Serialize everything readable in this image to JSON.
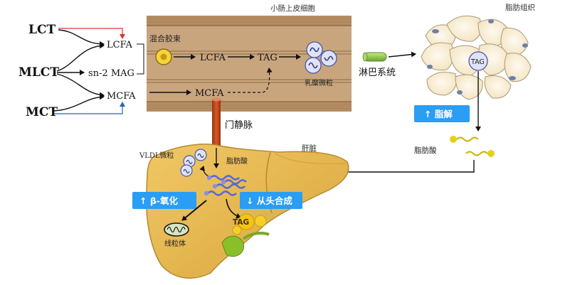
{
  "inputs": {
    "lct": "LCT",
    "mlct": "MLCT",
    "mct": "MCT"
  },
  "products": {
    "lcfa": "LCFA",
    "sn2mag": "sn-2 MAG",
    "mcfa": "MCFA"
  },
  "intestine": {
    "title": "小肠上皮细胞",
    "micelle": "混合胶束",
    "lcfa": "LCFA",
    "tag": "TAG",
    "chylomicron": "乳糜微粒",
    "mcfa": "MCFA"
  },
  "lymph": "淋巴系统",
  "adipose": {
    "title": "脂肪组织",
    "tag": "TAG",
    "lipolysis": "↑ 脂解",
    "fatty_acid": "脂肪酸"
  },
  "portal_vein": "门静脉",
  "liver": {
    "title": "肝脏",
    "vldl": "VLDL微粒",
    "fatty_acid": "脂肪酸",
    "beta_oxidation": "↑ β-氧化",
    "de_novo": "↓ 从头合成",
    "tag": "TAG",
    "mitochondria": "线粒体"
  },
  "colors": {
    "intestine_fill": "#c9a57e",
    "lumen_stripe": "#a9825a",
    "liver_fill": "#e6b84e",
    "liver_edge": "#b68a2e",
    "badge_blue": "#2a9df4",
    "portal_vein": "#c44a1c",
    "lymph_green": "#8cc63f",
    "fat_cell": "#fbf1d9",
    "red_arrow": "#e03030",
    "blue_arrow": "#2b5fb5"
  }
}
